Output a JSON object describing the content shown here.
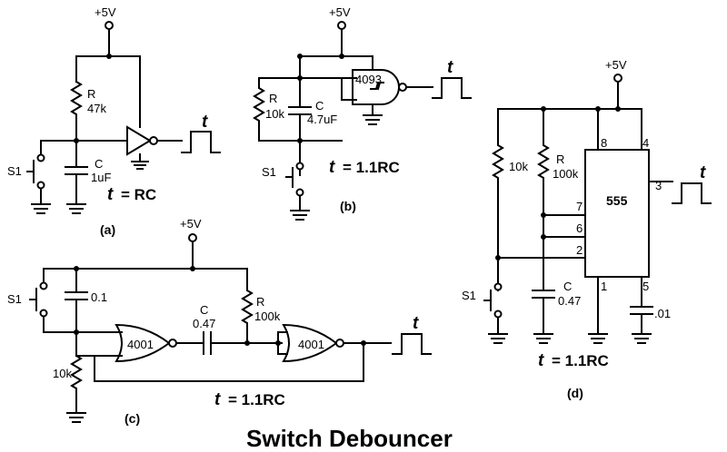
{
  "title": "Switch Debouncer",
  "supply": "+5V",
  "time_symbol": "t",
  "circuits": {
    "a": {
      "tag": "(a)",
      "formula_suffix": "= RC",
      "r_name": "R",
      "r_value": "47k",
      "c_name": "C",
      "c_value": "1uF",
      "switch": "S1"
    },
    "b": {
      "tag": "(b)",
      "formula_suffix": "= 1.1RC",
      "ic": "4093",
      "r_name": "R",
      "r_value": "10k",
      "c_name": "C",
      "c_value": "4.7uF",
      "switch": "S1"
    },
    "c": {
      "tag": "(c)",
      "formula_suffix": "= 1.1RC",
      "gate1": "4001",
      "gate2": "4001",
      "c1_value": "0.1",
      "c_name": "C",
      "c_value": "0.47",
      "r_name": "R",
      "r_value": "100k",
      "pulldown": "10k",
      "switch": "S1"
    },
    "d": {
      "tag": "(d)",
      "formula_suffix": "= 1.1RC",
      "ic": "555",
      "pullup": "10k",
      "r_name": "R",
      "r_value": "100k",
      "c_name": "C",
      "c_value": "0.47",
      "c_bypass": ".01",
      "switch": "S1",
      "pins": {
        "p8": "8",
        "p4": "4",
        "p7": "7",
        "p6": "6",
        "p2": "2",
        "p1": "1",
        "p5": "5",
        "p3": "3"
      }
    }
  }
}
